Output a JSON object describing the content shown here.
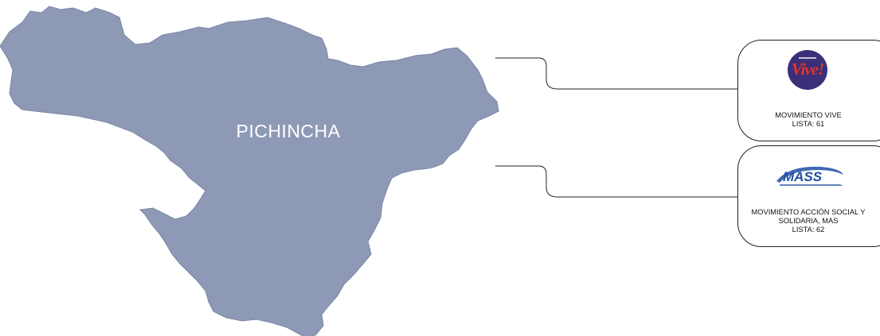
{
  "region": {
    "name": "PICHINCHA",
    "fill_color": "#8e99b6"
  },
  "parties": [
    {
      "logo": "vive-logo",
      "logo_text": "Vive!",
      "name": "MOVIMIENTO VIVE",
      "list": "LISTA: 61"
    },
    {
      "logo": "mass-logo",
      "logo_text": "MASS",
      "name_line1": "MOVIMIENTO ACCIÓN SOCIAL Y",
      "name_line2": "SOLIDARIA, MAS",
      "list": "LISTA: 62"
    }
  ],
  "colors": {
    "connector": "#222222",
    "vive_bg": "#3a2f78",
    "vive_text": "#e6332a",
    "mass_blue": "#1f4fa3"
  }
}
